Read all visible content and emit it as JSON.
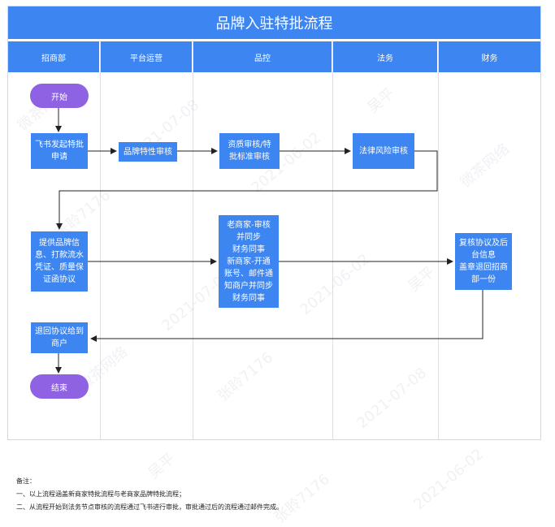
{
  "title": "品牌入驻特批流程",
  "lanes": [
    "招商部",
    "平台运营",
    "品控",
    "法务",
    "财务"
  ],
  "nodes": {
    "start": "开始",
    "feishu_apply": "飞书发起特批\n申请",
    "brand_review": "品牌特性审核",
    "qual_review": "资质审核/特\n批标准审核",
    "legal_review": "法律风险审核",
    "provide_docs": "提供品牌信\n息、打款流水\n凭证、质量保\n证函协议",
    "merchant_sync": "老商家-审核\n并同步\n财务同事\n新商家-开通\n账号、邮件通\n知商户并同步\n财务同事",
    "finance_review": "复核协议及后\n台信息\n盖章退回招商\n部一份",
    "return_agreement": "退回协议给到\n商户",
    "end": "结束"
  },
  "notes": {
    "heading": "备注：",
    "line1": "一、以上流程涵盖新商家特批流程与老商家品牌特批流程；",
    "line2": "二、从流程开始到法务节点审核的流程通过飞书进行审批，审批通过后的流程通过邮件完成。"
  },
  "watermarks": [
    "微茶网络",
    "吴平",
    "张聆7176",
    "2021-07-08",
    "2021-06-02"
  ],
  "colors": {
    "header": "#3d85f0",
    "node": "#3d85f0",
    "terminal": "#8f62e3",
    "line": "#222222"
  }
}
